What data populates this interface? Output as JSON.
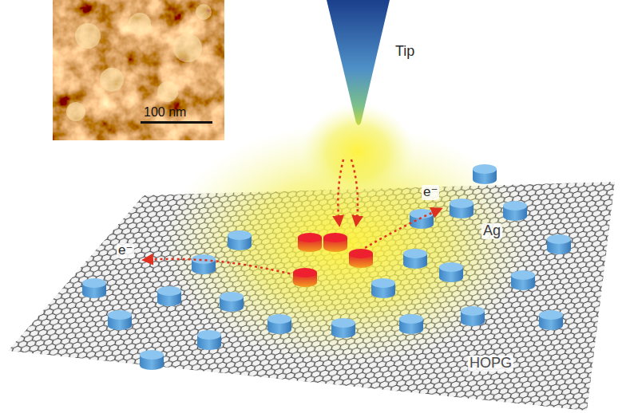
{
  "diagram": {
    "labels": [
      "Tip",
      "100 nm",
      "e⁻",
      "e⁻",
      "Ag",
      "HOPG"
    ]
  }
}
